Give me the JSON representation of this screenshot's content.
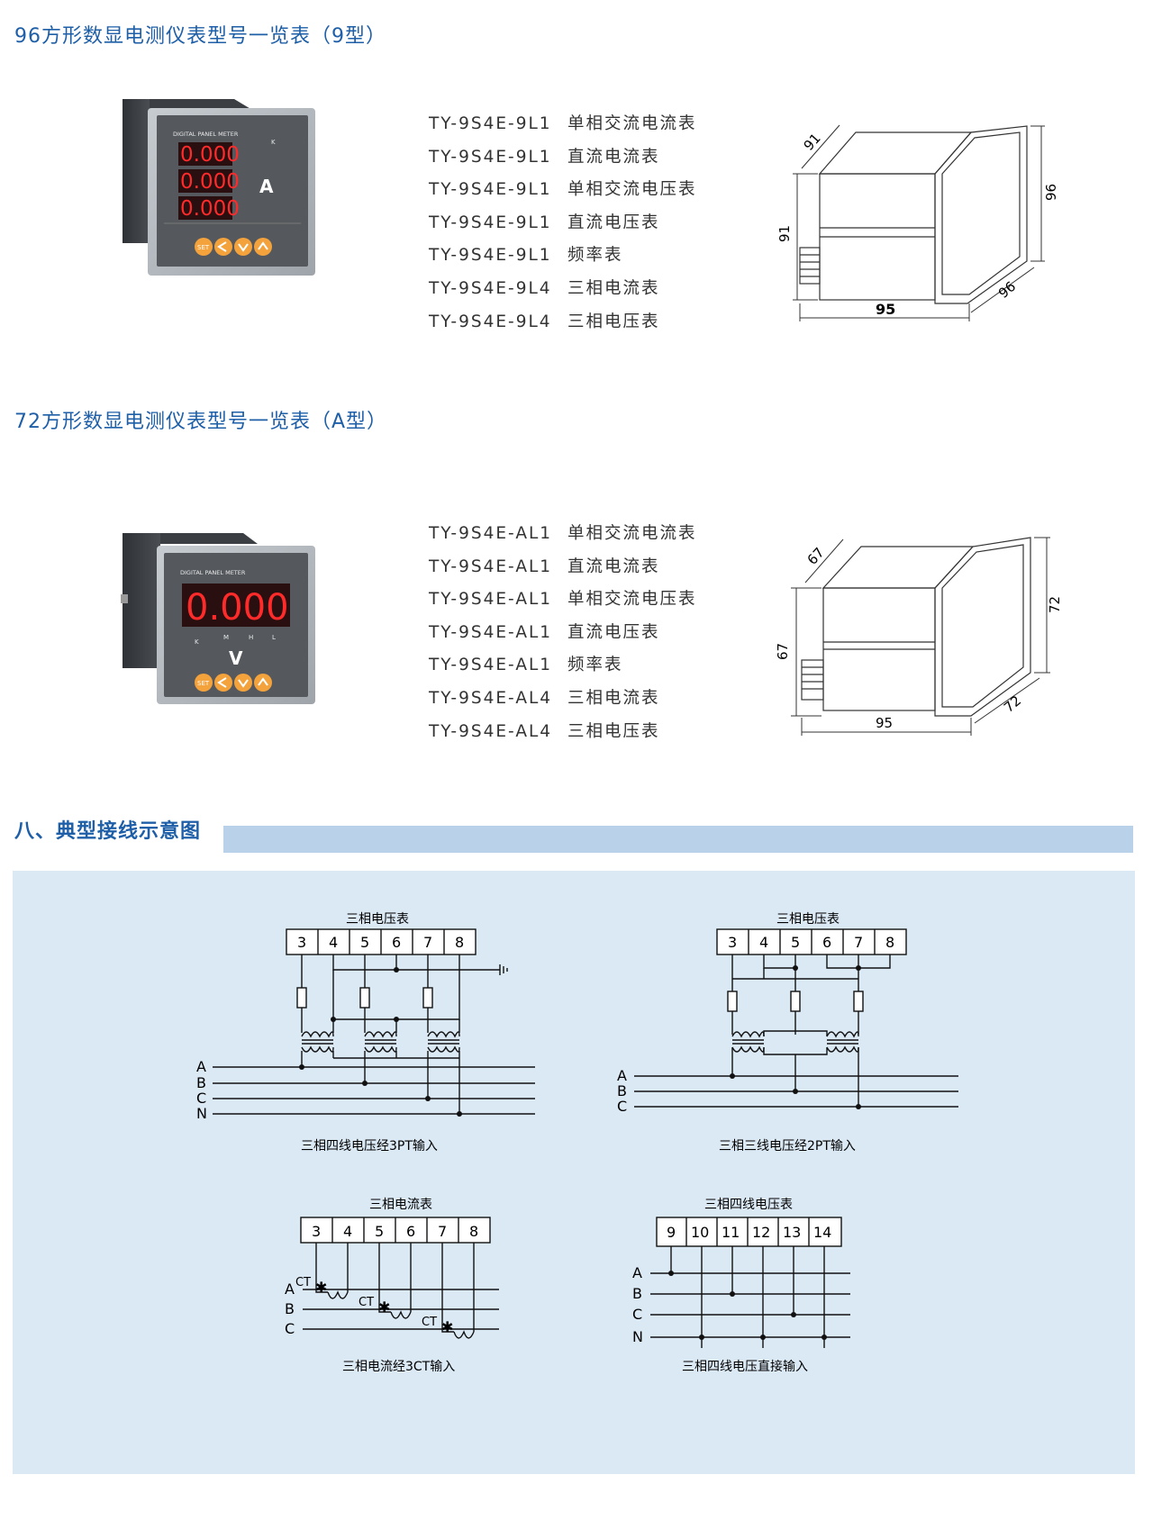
{
  "section_96": {
    "heading": "96方形数显电测仪表型号一览表（9型）",
    "models": [
      {
        "code": "TY-9S4E-9L1",
        "name": "单相交流电流表"
      },
      {
        "code": "TY-9S4E-9L1",
        "name": "直流电流表"
      },
      {
        "code": "TY-9S4E-9L1",
        "name": "单相交流电压表"
      },
      {
        "code": "TY-9S4E-9L1",
        "name": "直流电压表"
      },
      {
        "code": "TY-9S4E-9L1",
        "name": "频率表"
      },
      {
        "code": "TY-9S4E-9L4",
        "name": "三相电流表"
      },
      {
        "code": "TY-9S4E-9L4",
        "name": "三相电压表"
      }
    ],
    "meter": {
      "brand": "DIGITAL PANEL METER",
      "readings": [
        "0.000",
        "0.000",
        "0.000"
      ],
      "unit": "A",
      "right_label": "K",
      "set_label": "SET"
    },
    "dims": {
      "top_depth": "91",
      "side_height": "91",
      "front_height": "96",
      "front_width": "96",
      "overall_depth": "95"
    }
  },
  "section_72": {
    "heading": "72方形数显电测仪表型号一览表（A型）",
    "models": [
      {
        "code": "TY-9S4E-AL1",
        "name": "单相交流电流表"
      },
      {
        "code": "TY-9S4E-AL1",
        "name": "直流电流表"
      },
      {
        "code": "TY-9S4E-AL1",
        "name": "单相交流电压表"
      },
      {
        "code": "TY-9S4E-AL1",
        "name": "直流电压表"
      },
      {
        "code": "TY-9S4E-AL1",
        "name": "频率表"
      },
      {
        "code": "TY-9S4E-AL4",
        "name": "三相电流表"
      },
      {
        "code": "TY-9S4E-AL4",
        "name": "三相电压表"
      }
    ],
    "meter": {
      "brand": "DIGITAL PANEL METER",
      "readings": [
        "0.000"
      ],
      "unit": "V",
      "indicators": [
        "K",
        "M",
        "H",
        "L"
      ],
      "set_label": "SET"
    },
    "dims": {
      "top_depth": "67",
      "side_height": "67",
      "front_height": "72",
      "front_width": "72",
      "overall_depth": "95"
    }
  },
  "wiring": {
    "title": "八、典型接线示意图",
    "diagrams": [
      {
        "title": "三相电压表",
        "terminals": [
          "3",
          "4",
          "5",
          "6",
          "7",
          "8"
        ],
        "lines": [
          "A",
          "B",
          "C",
          "N"
        ],
        "caption": "三相四线电压经3PT输入"
      },
      {
        "title": "三相电压表",
        "terminals": [
          "3",
          "4",
          "5",
          "6",
          "7",
          "8"
        ],
        "lines": [
          "A",
          "B",
          "C"
        ],
        "caption": "三相三线电压经2PT输入"
      },
      {
        "title": "三相电流表",
        "terminals": [
          "3",
          "4",
          "5",
          "6",
          "7",
          "8"
        ],
        "lines": [
          "A",
          "B",
          "C"
        ],
        "ct_label": "CT",
        "caption": "三相电流经3CT输入"
      },
      {
        "title": "三相四线电压表",
        "terminals": [
          "9",
          "10",
          "11",
          "12",
          "13",
          "14"
        ],
        "lines": [
          "A",
          "B",
          "C",
          "N"
        ],
        "caption": "三相四线电压直接输入"
      }
    ]
  }
}
